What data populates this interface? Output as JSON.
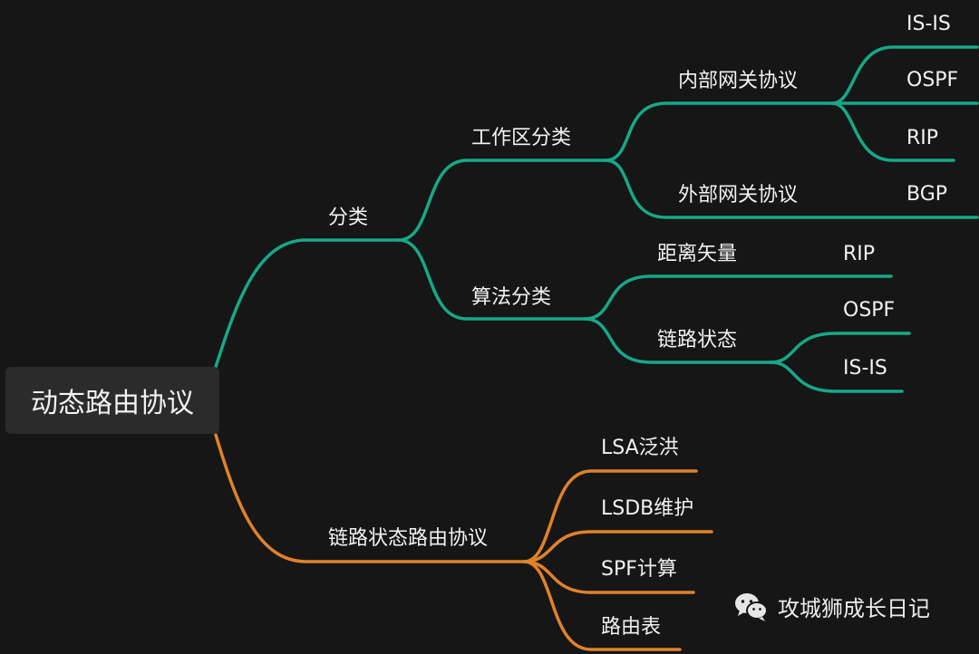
{
  "colors": {
    "teal": "#16a889",
    "orange": "#e0822a",
    "background": "#161616"
  },
  "root": {
    "label": "动态路由协议"
  },
  "classification": {
    "label": "分类",
    "work_area": {
      "label": "工作区分类",
      "interior": {
        "label": "内部网关协议",
        "items": [
          "IS-IS",
          "OSPF",
          "RIP"
        ]
      },
      "exterior": {
        "label": "外部网关协议",
        "items": [
          "BGP"
        ]
      }
    },
    "algorithm": {
      "label": "算法分类",
      "distance_vector": {
        "label": "距离矢量",
        "items": [
          "RIP"
        ]
      },
      "link_state": {
        "label": "链路状态",
        "items": [
          "OSPF",
          "IS-IS"
        ]
      }
    }
  },
  "link_state_protocol": {
    "label": "链路状态路由协议",
    "items": [
      "LSA泛洪",
      "LSDB维护",
      "SPF计算",
      "路由表"
    ]
  },
  "watermark": {
    "text": "攻城狮成长日记",
    "icon": "wechat-icon"
  }
}
